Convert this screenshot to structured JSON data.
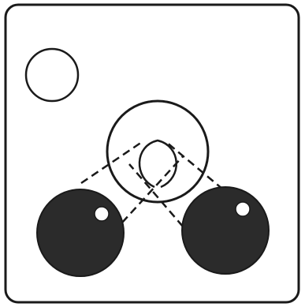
{
  "diagram": {
    "colors": {
      "background": "#ffffff",
      "ink": "#1a1a1a",
      "ball_fill": "#2b2b2b",
      "highlight": "#ffffff"
    },
    "elements": {
      "frame": "rounded-square-outline",
      "small_circle": "empty-circle-outline",
      "large_ring": "circle-outline",
      "left_ball": "dark-sphere-with-highlight",
      "right_ball": "dark-sphere-with-highlight",
      "connectors": "dashed-lines"
    }
  }
}
